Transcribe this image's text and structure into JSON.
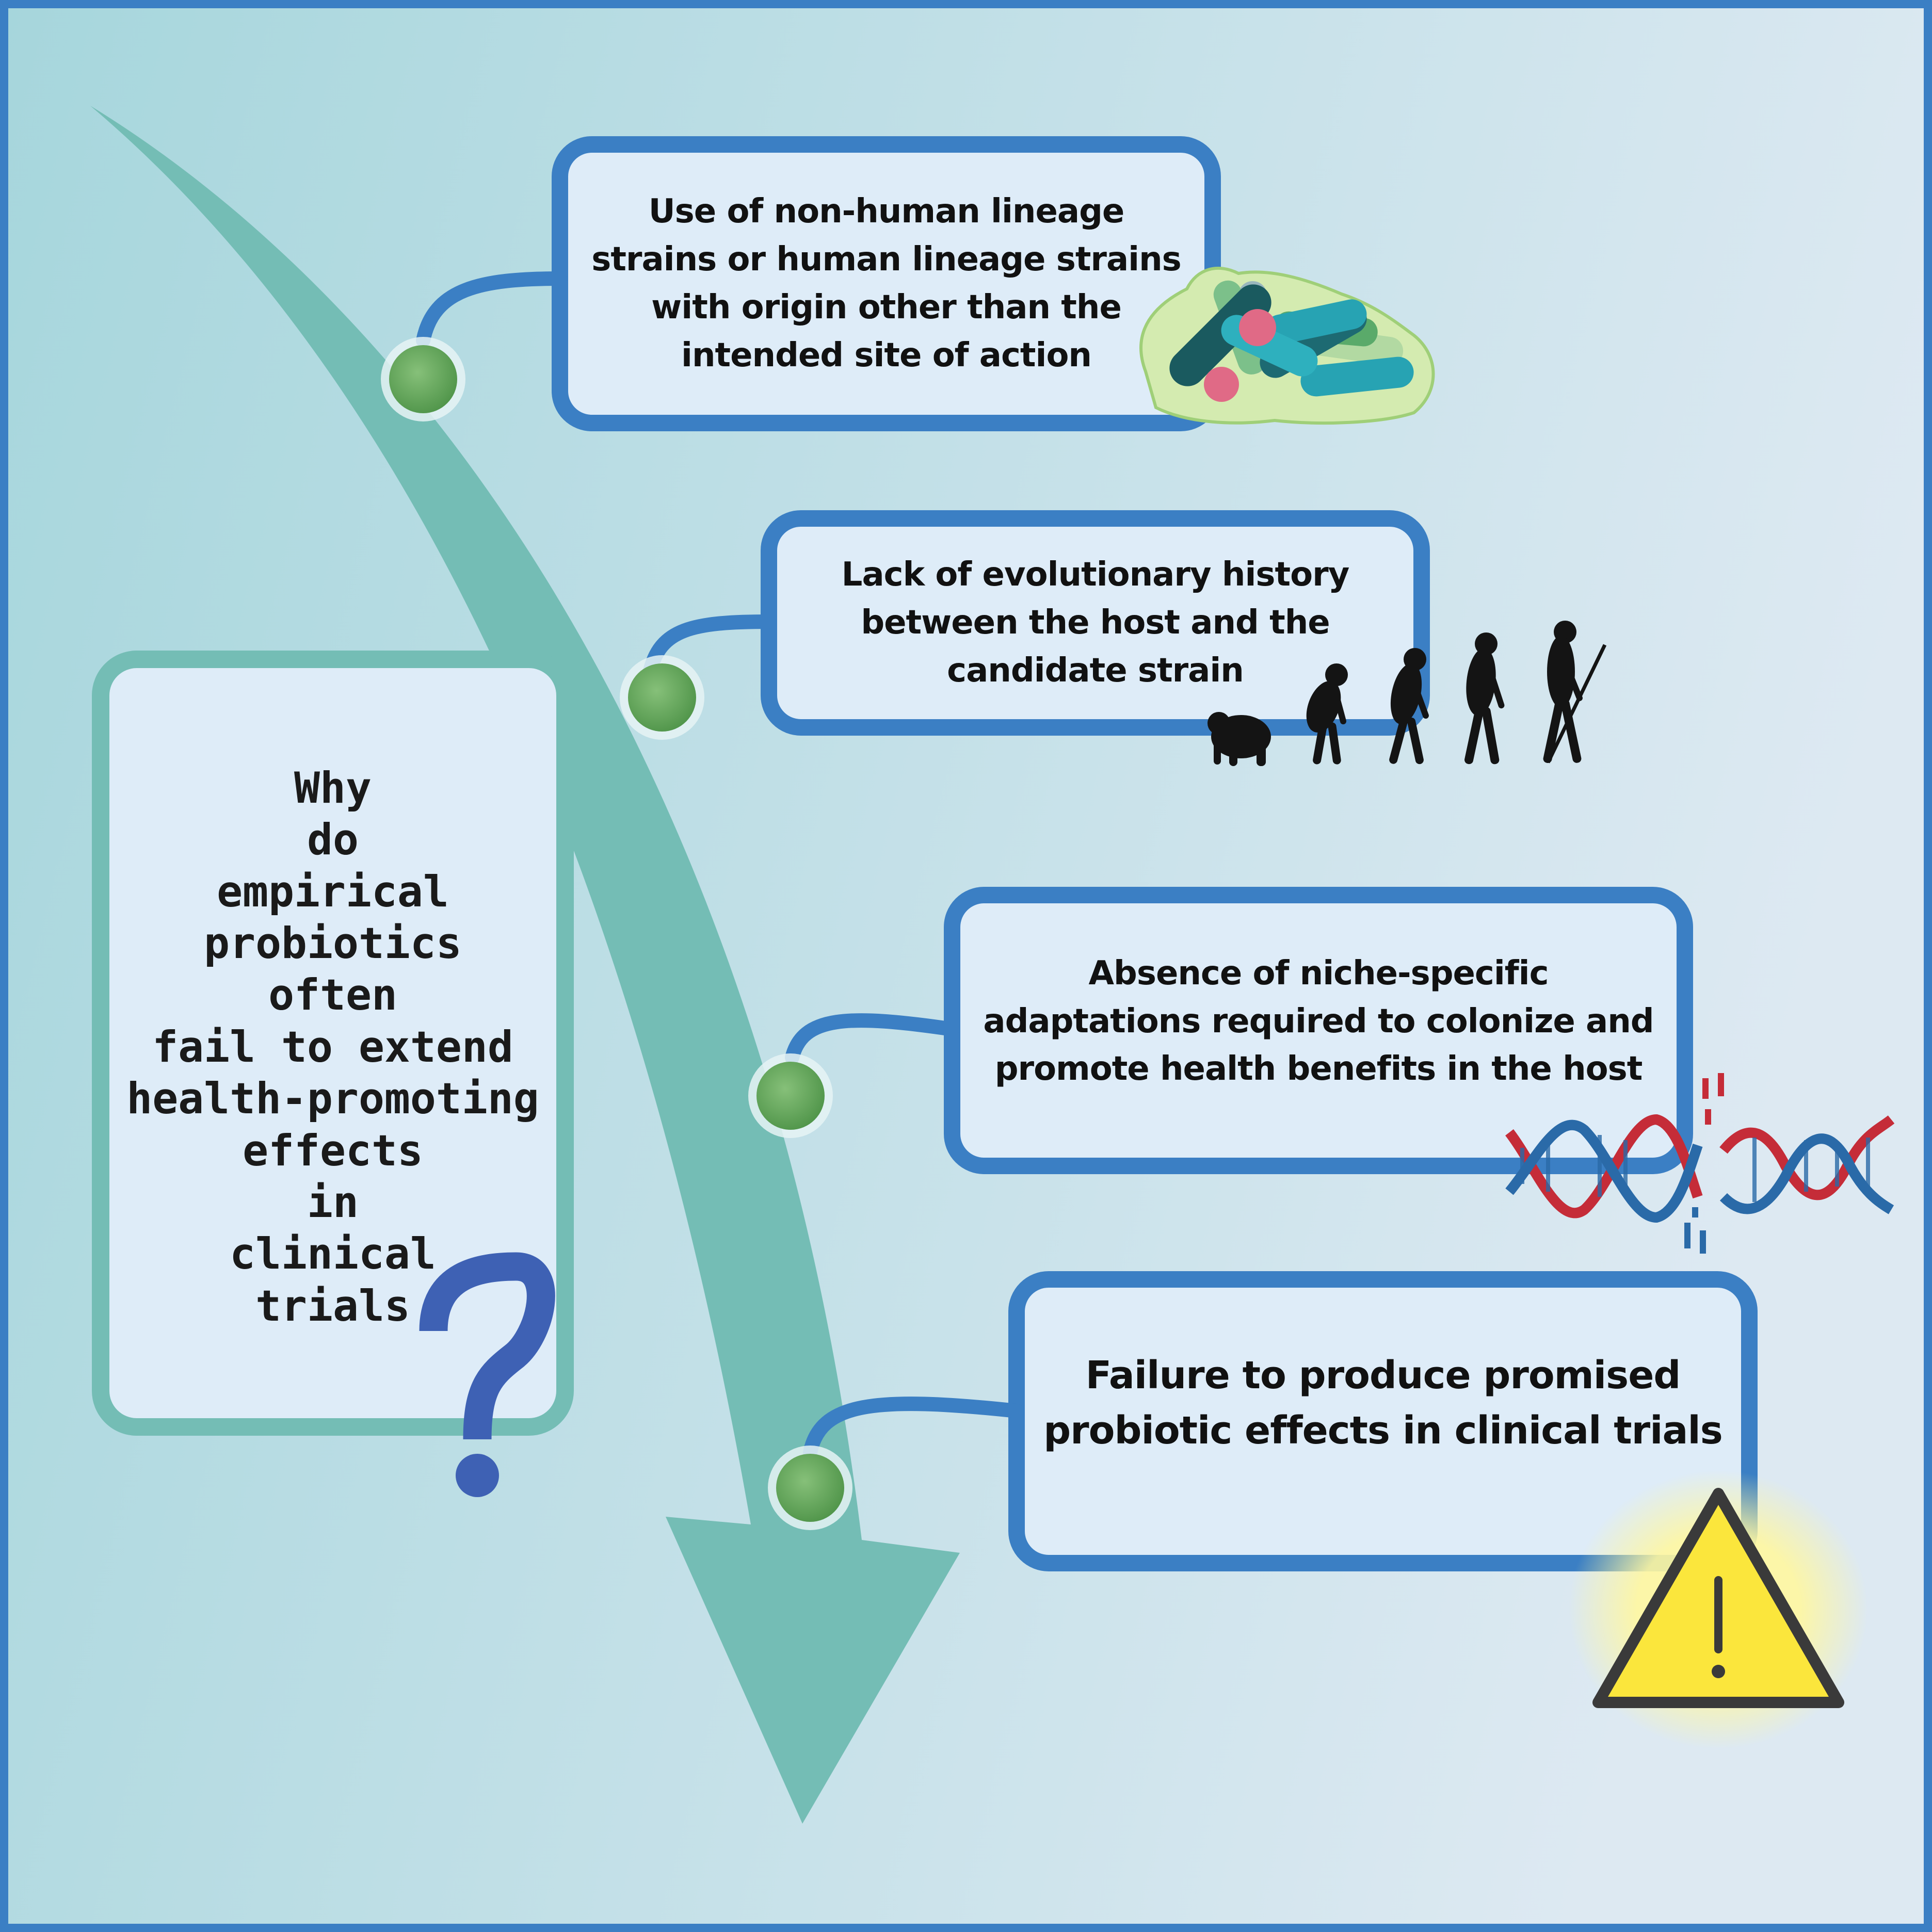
{
  "question": {
    "lines": [
      "Why",
      "do",
      "empirical",
      "probiotics",
      "often",
      "fail to extend",
      "health-promoting",
      "effects",
      "in",
      "clinical",
      "trials"
    ]
  },
  "steps": [
    {
      "lines": [
        "Use of non-human lineage",
        "strains or human lineage strains",
        "with origin other than the",
        "intended site of action"
      ],
      "icon": "bacteria-cluster-icon"
    },
    {
      "lines": [
        "Lack of evolutionary history",
        "between the host and the",
        "candidate strain"
      ],
      "icon": "human-evolution-icon"
    },
    {
      "lines": [
        "Absence of niche-specific",
        "adaptations required to colonize and",
        "promote health benefits in the host"
      ],
      "icon": "broken-dna-icon"
    },
    {
      "lines": [
        "Failure to produce promised",
        "probiotic effects in clinical trials"
      ],
      "icon": "warning-triangle-icon"
    }
  ],
  "colors": {
    "background_start": "#a8d7dd",
    "background_end": "#dbeaf1",
    "frame": "#3b7fc4",
    "box_fill": "#deecf8",
    "arrow": "#74bdb5",
    "node": "#69a861",
    "question_mark": "#3e61b4",
    "warning_fill": "#fbe63c"
  }
}
